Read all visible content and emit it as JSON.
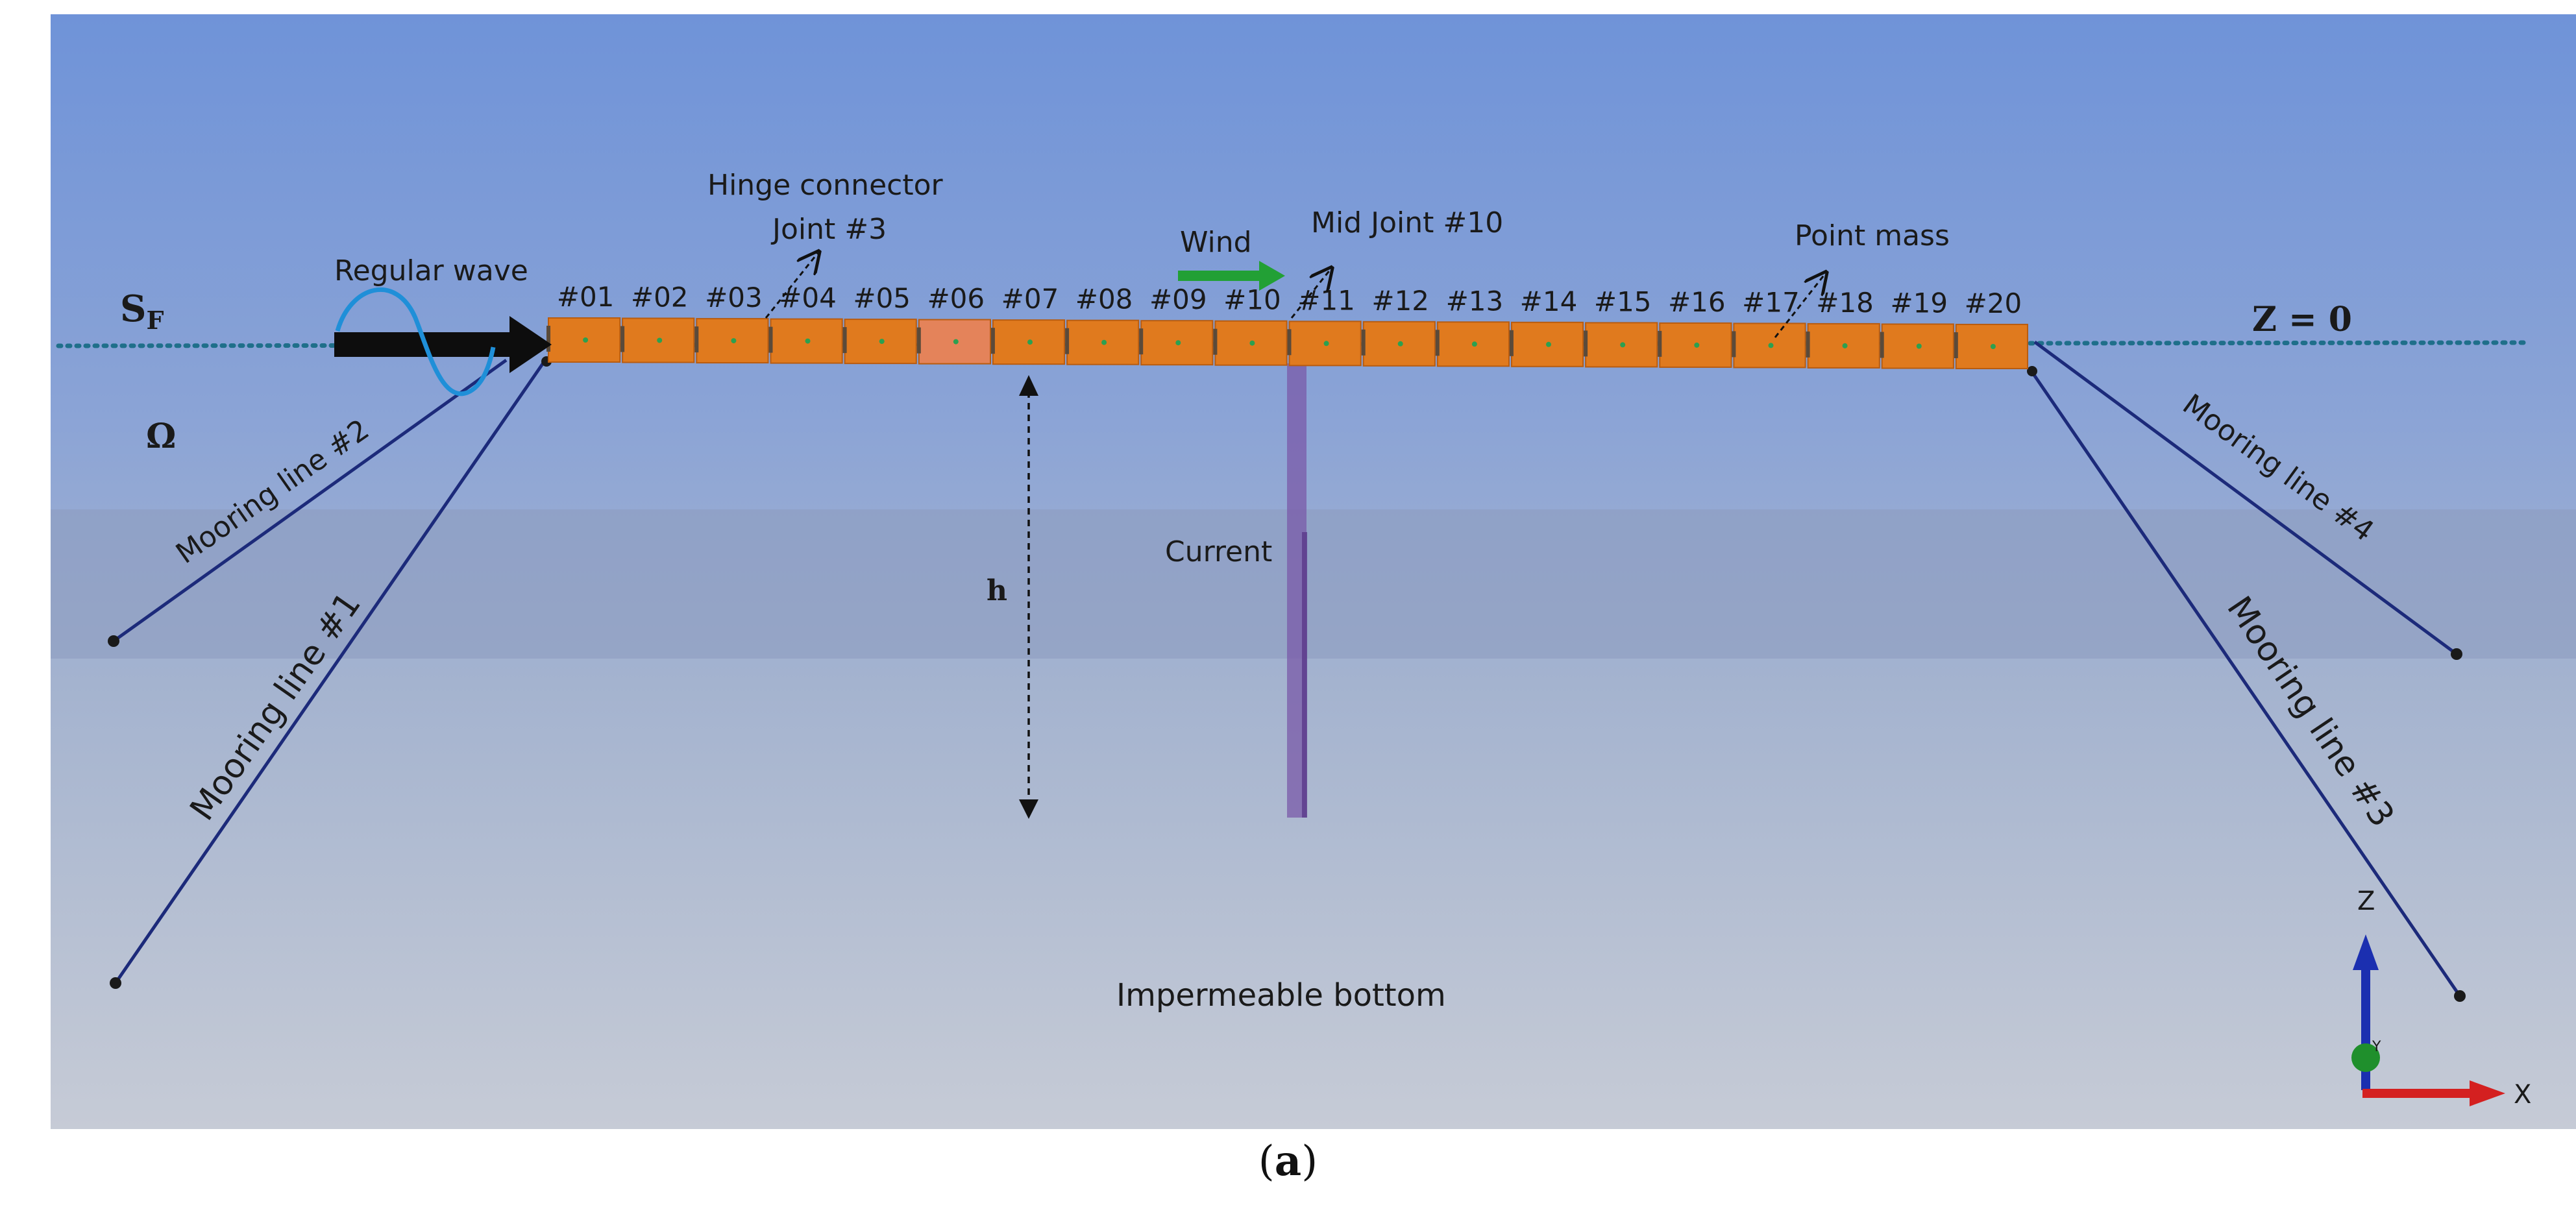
{
  "segments": [
    "#01",
    "#02",
    "#03",
    "#04",
    "#05",
    "#06",
    "#07",
    "#08",
    "#09",
    "#10",
    "#11",
    "#12",
    "#13",
    "#14",
    "#15",
    "#16",
    "#17",
    "#18",
    "#19",
    "#20"
  ],
  "labels": {
    "regular_wave": "Regular wave",
    "hinge_connector": "Hinge connector",
    "joint3": "Joint #3",
    "wind": "Wind",
    "mid_joint": "Mid Joint #10",
    "point_mass": "Point mass",
    "sf_main": "S",
    "sf_sub": "F",
    "z0": "Z = 0",
    "omega": "Ω",
    "mooring1": "Mooring line #1",
    "mooring2": "Mooring line #2",
    "mooring3": "Mooring line #3",
    "mooring4": "Mooring line #4",
    "current": "Current",
    "depth": "h",
    "bottom": "Impermeable bottom",
    "axis_z": "Z",
    "axis_x": "X",
    "axis_y": "Y"
  },
  "caption": {
    "open": "(",
    "letter": "a",
    "close": ")"
  },
  "colors": {
    "segment": "#e07a1e",
    "segment_alt": "#e4835a",
    "mooring": "#1c2a7a",
    "wind_arrow": "#22a035",
    "current": "#7a5aa8",
    "axis_z": "#1b2fb0",
    "axis_x": "#d42020",
    "axis_y": "#1f8f2c"
  },
  "icons": [
    "wave-arrow-icon",
    "wind-arrow-icon",
    "coordinate-axes-icon"
  ]
}
